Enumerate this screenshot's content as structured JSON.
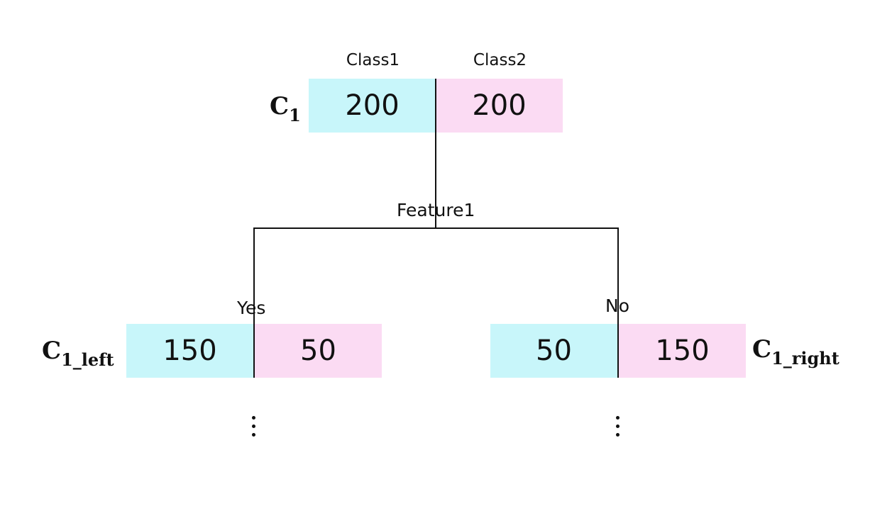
{
  "root": {
    "label": "C",
    "label_sub": "1",
    "headers": [
      "Class1",
      "Class2"
    ],
    "values": [
      "200",
      "200"
    ]
  },
  "split": {
    "feature": "Feature1",
    "yes_label": "Yes",
    "no_label": "No"
  },
  "left": {
    "label": "C",
    "label_sub": "1_left",
    "values": [
      "150",
      "50"
    ]
  },
  "right": {
    "label": "C",
    "label_sub": "1_right",
    "values": [
      "50",
      "150"
    ]
  },
  "colors": {
    "class1": "#c8f6fa",
    "class2": "#fbdbf3"
  }
}
